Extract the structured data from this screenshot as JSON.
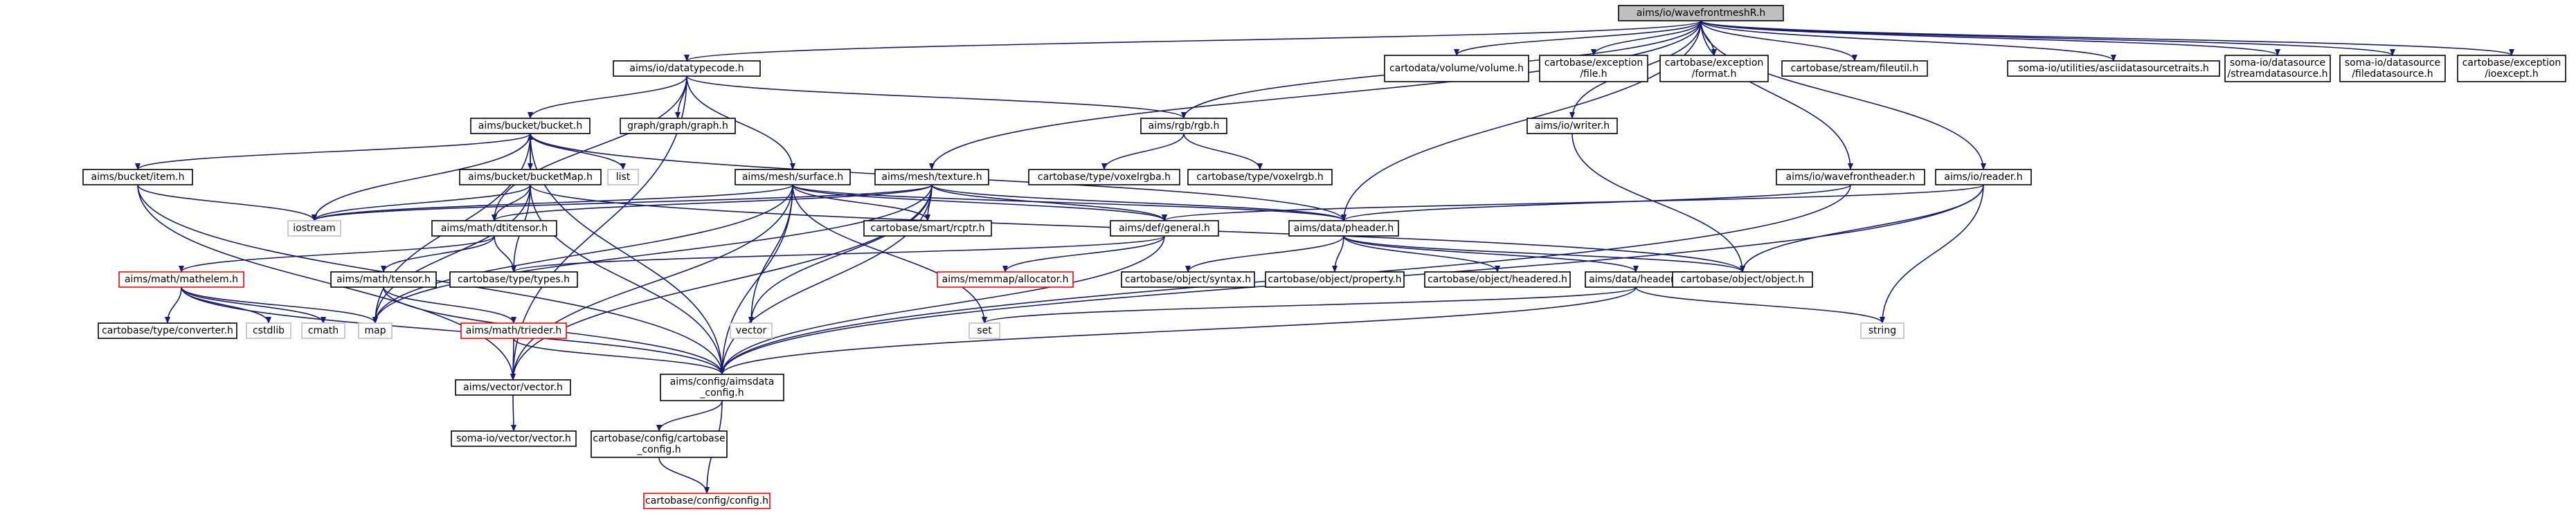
{
  "colors": {
    "edge": "#191970",
    "node_border": "#000000",
    "node_fill": "#ffffff",
    "root_fill": "#bfbfbf",
    "truncated_border": "#ff0000",
    "external_border": "#bfbfbf"
  },
  "nodes": [
    {
      "id": "root",
      "lines": [
        "aims/io/wavefrontmeshR.h"
      ],
      "style": "root"
    },
    {
      "id": "datatypecode",
      "lines": [
        "aims/io/datatypecode.h"
      ],
      "style": "normal"
    },
    {
      "id": "volume",
      "lines": [
        "cartodata/volume/volume.h"
      ],
      "style": "normal"
    },
    {
      "id": "exc_file",
      "lines": [
        "cartobase/exception",
        "/file.h"
      ],
      "style": "normal"
    },
    {
      "id": "exc_format",
      "lines": [
        "cartobase/exception",
        "/format.h"
      ],
      "style": "normal"
    },
    {
      "id": "fileutil",
      "lines": [
        "cartobase/stream/fileutil.h"
      ],
      "style": "normal"
    },
    {
      "id": "asciidatasourcetraits",
      "lines": [
        "soma-io/utilities/asciidatasourcetraits.h"
      ],
      "style": "normal"
    },
    {
      "id": "streamdatasource",
      "lines": [
        "soma-io/datasource",
        "/streamdatasource.h"
      ],
      "style": "normal"
    },
    {
      "id": "filedatasource",
      "lines": [
        "soma-io/datasource",
        "/filedatasource.h"
      ],
      "style": "normal"
    },
    {
      "id": "ioexcept",
      "lines": [
        "cartobase/exception",
        "/ioexcept.h"
      ],
      "style": "normal"
    },
    {
      "id": "bucket",
      "lines": [
        "aims/bucket/bucket.h"
      ],
      "style": "normal"
    },
    {
      "id": "graph",
      "lines": [
        "graph/graph/graph.h"
      ],
      "style": "normal"
    },
    {
      "id": "rgb",
      "lines": [
        "aims/rgb/rgb.h"
      ],
      "style": "normal"
    },
    {
      "id": "writer",
      "lines": [
        "aims/io/writer.h"
      ],
      "style": "normal"
    },
    {
      "id": "item",
      "lines": [
        "aims/bucket/item.h"
      ],
      "style": "normal"
    },
    {
      "id": "list",
      "lines": [
        "list"
      ],
      "style": "external"
    },
    {
      "id": "bucketMap",
      "lines": [
        "aims/bucket/bucketMap.h"
      ],
      "style": "normal"
    },
    {
      "id": "surface",
      "lines": [
        "aims/mesh/surface.h"
      ],
      "style": "normal"
    },
    {
      "id": "texture",
      "lines": [
        "aims/mesh/texture.h"
      ],
      "style": "normal"
    },
    {
      "id": "voxelrgba",
      "lines": [
        "cartobase/type/voxelrgba.h"
      ],
      "style": "normal"
    },
    {
      "id": "voxelrgb",
      "lines": [
        "cartobase/type/voxelrgb.h"
      ],
      "style": "normal"
    },
    {
      "id": "wavefrontheader",
      "lines": [
        "aims/io/wavefrontheader.h"
      ],
      "style": "normal"
    },
    {
      "id": "reader",
      "lines": [
        "aims/io/reader.h"
      ],
      "style": "normal"
    },
    {
      "id": "iostream",
      "lines": [
        "iostream"
      ],
      "style": "external"
    },
    {
      "id": "dtitensor",
      "lines": [
        "aims/math/dtitensor.h"
      ],
      "style": "normal"
    },
    {
      "id": "rcptr",
      "lines": [
        "cartobase/smart/rcptr.h"
      ],
      "style": "normal"
    },
    {
      "id": "general",
      "lines": [
        "aims/def/general.h"
      ],
      "style": "normal"
    },
    {
      "id": "pheader",
      "lines": [
        "aims/data/pheader.h"
      ],
      "style": "normal"
    },
    {
      "id": "mathelem",
      "lines": [
        "aims/math/mathelem.h"
      ],
      "style": "truncated"
    },
    {
      "id": "tensor",
      "lines": [
        "aims/math/tensor.h"
      ],
      "style": "normal"
    },
    {
      "id": "types",
      "lines": [
        "cartobase/type/types.h"
      ],
      "style": "normal"
    },
    {
      "id": "allocator",
      "lines": [
        "aims/memmap/allocator.h"
      ],
      "style": "truncated"
    },
    {
      "id": "syntax",
      "lines": [
        "cartobase/object/syntax.h"
      ],
      "style": "normal"
    },
    {
      "id": "property",
      "lines": [
        "cartobase/object/property.h"
      ],
      "style": "normal"
    },
    {
      "id": "headered",
      "lines": [
        "cartobase/object/headered.h"
      ],
      "style": "normal"
    },
    {
      "id": "dataheader",
      "lines": [
        "aims/data/header.h"
      ],
      "style": "normal"
    },
    {
      "id": "object",
      "lines": [
        "cartobase/object/object.h"
      ],
      "style": "normal"
    },
    {
      "id": "converter",
      "lines": [
        "cartobase/type/converter.h"
      ],
      "style": "normal"
    },
    {
      "id": "cstdlib",
      "lines": [
        "cstdlib"
      ],
      "style": "external"
    },
    {
      "id": "cmath",
      "lines": [
        "cmath"
      ],
      "style": "external"
    },
    {
      "id": "map",
      "lines": [
        "map"
      ],
      "style": "external"
    },
    {
      "id": "trieder",
      "lines": [
        "aims/math/trieder.h"
      ],
      "style": "truncated"
    },
    {
      "id": "vector",
      "lines": [
        "vector"
      ],
      "style": "external"
    },
    {
      "id": "set",
      "lines": [
        "set"
      ],
      "style": "external"
    },
    {
      "id": "string",
      "lines": [
        "string"
      ],
      "style": "external"
    },
    {
      "id": "aimsvector",
      "lines": [
        "aims/vector/vector.h"
      ],
      "style": "normal"
    },
    {
      "id": "aimsdata_config",
      "lines": [
        "aims/config/aimsdata",
        "_config.h"
      ],
      "style": "normal"
    },
    {
      "id": "somavector",
      "lines": [
        "soma-io/vector/vector.h"
      ],
      "style": "normal"
    },
    {
      "id": "cartobase_config",
      "lines": [
        "cartobase/config/cartobase",
        "_config.h"
      ],
      "style": "normal"
    },
    {
      "id": "config",
      "lines": [
        "cartobase/config/config.h"
      ],
      "style": "truncated"
    }
  ],
  "edges": [
    [
      "root",
      "datatypecode"
    ],
    [
      "root",
      "volume"
    ],
    [
      "root",
      "exc_file"
    ],
    [
      "root",
      "exc_format"
    ],
    [
      "root",
      "fileutil"
    ],
    [
      "root",
      "asciidatasourcetraits"
    ],
    [
      "root",
      "streamdatasource"
    ],
    [
      "root",
      "filedatasource"
    ],
    [
      "root",
      "ioexcept"
    ],
    [
      "root",
      "rgb"
    ],
    [
      "root",
      "writer"
    ],
    [
      "root",
      "texture"
    ],
    [
      "root",
      "pheader"
    ],
    [
      "root",
      "wavefrontheader"
    ],
    [
      "root",
      "reader"
    ],
    [
      "datatypecode",
      "bucket"
    ],
    [
      "datatypecode",
      "graph"
    ],
    [
      "datatypecode",
      "rgb"
    ],
    [
      "datatypecode",
      "surface"
    ],
    [
      "datatypecode",
      "dtitensor"
    ],
    [
      "datatypecode",
      "aimsvector"
    ],
    [
      "bucket",
      "item"
    ],
    [
      "bucket",
      "list"
    ],
    [
      "bucket",
      "bucketMap"
    ],
    [
      "bucket",
      "iostream"
    ],
    [
      "bucket",
      "map"
    ],
    [
      "bucket",
      "aimsdata_config"
    ],
    [
      "bucket",
      "pheader"
    ],
    [
      "bucketMap",
      "bucket"
    ],
    [
      "bucketMap",
      "iostream"
    ],
    [
      "bucketMap",
      "dtitensor"
    ],
    [
      "bucketMap",
      "types"
    ],
    [
      "bucketMap",
      "map"
    ],
    [
      "bucketMap",
      "aimsdata_config"
    ],
    [
      "bucketMap",
      "object"
    ],
    [
      "item",
      "iostream"
    ],
    [
      "item",
      "aimsvector"
    ],
    [
      "item",
      "aimsdata_config"
    ],
    [
      "rgb",
      "voxelrgba"
    ],
    [
      "rgb",
      "voxelrgb"
    ],
    [
      "writer",
      "object"
    ],
    [
      "surface",
      "iostream"
    ],
    [
      "surface",
      "rcptr"
    ],
    [
      "surface",
      "pheader"
    ],
    [
      "surface",
      "general"
    ],
    [
      "surface",
      "vector"
    ],
    [
      "surface",
      "map"
    ],
    [
      "surface",
      "set"
    ],
    [
      "surface",
      "aimsvector"
    ],
    [
      "surface",
      "aimsdata_config"
    ],
    [
      "texture",
      "iostream"
    ],
    [
      "texture",
      "dtitensor"
    ],
    [
      "texture",
      "rcptr"
    ],
    [
      "texture",
      "general"
    ],
    [
      "texture",
      "pheader"
    ],
    [
      "texture",
      "vector"
    ],
    [
      "texture",
      "map"
    ],
    [
      "texture",
      "aimsvector"
    ],
    [
      "texture",
      "aimsdata_config"
    ],
    [
      "wavefrontheader",
      "pheader"
    ],
    [
      "wavefrontheader",
      "aimsdata_config"
    ],
    [
      "reader",
      "general"
    ],
    [
      "reader",
      "object"
    ],
    [
      "reader",
      "string"
    ],
    [
      "reader",
      "aimsdata_config"
    ],
    [
      "dtitensor",
      "mathelem"
    ],
    [
      "dtitensor",
      "tensor"
    ],
    [
      "dtitensor",
      "types"
    ],
    [
      "tensor",
      "trieder"
    ],
    [
      "tensor",
      "aimsdata_config"
    ],
    [
      "mathelem",
      "converter"
    ],
    [
      "mathelem",
      "cstdlib"
    ],
    [
      "mathelem",
      "cmath"
    ],
    [
      "mathelem",
      "map"
    ],
    [
      "mathelem",
      "aimsdata_config"
    ],
    [
      "general",
      "types"
    ],
    [
      "general",
      "allocator"
    ],
    [
      "general",
      "aimsdata_config"
    ],
    [
      "pheader",
      "syntax"
    ],
    [
      "pheader",
      "property"
    ],
    [
      "pheader",
      "headered"
    ],
    [
      "pheader",
      "dataheader"
    ],
    [
      "pheader",
      "object"
    ],
    [
      "dataheader",
      "aimsdata_config"
    ],
    [
      "dataheader",
      "set"
    ],
    [
      "dataheader",
      "string"
    ],
    [
      "trieder",
      "aimsvector"
    ],
    [
      "trieder",
      "aimsdata_config"
    ],
    [
      "aimsvector",
      "somavector"
    ],
    [
      "aimsdata_config",
      "cartobase_config"
    ],
    [
      "aimsdata_config",
      "config"
    ],
    [
      "cartobase_config",
      "config"
    ]
  ]
}
